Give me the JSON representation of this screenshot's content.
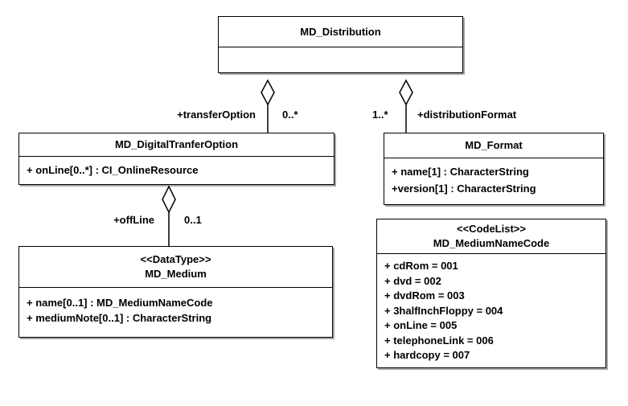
{
  "colors": {
    "line": "#000000",
    "text": "#000000",
    "background": "#ffffff"
  },
  "classes": {
    "distribution": {
      "name": "MD_Distribution"
    },
    "digitalTransferOption": {
      "name": "MD_DigitalTranferOption",
      "attributes": [
        "+ onLine[0..*] : CI_OnlineResource"
      ]
    },
    "format": {
      "name": "MD_Format",
      "attributes": [
        "+ name[1] : CharacterString",
        "+version[1] : CharacterString"
      ]
    },
    "medium": {
      "stereotype": "<<DataType>>",
      "name": "MD_Medium",
      "attributes": [
        "+ name[0..1] : MD_MediumNameCode",
        "+ mediumNote[0..1] : CharacterString"
      ]
    },
    "mediumNameCode": {
      "stereotype": "<<CodeList>>",
      "name": "MD_MediumNameCode",
      "attributes": [
        "+ cdRom = 001",
        "+ dvd = 002",
        "+ dvdRom = 003",
        "+ 3halfInchFloppy = 004",
        "+ onLine = 005",
        "+ telephoneLink = 006",
        "+ hardcopy = 007"
      ]
    }
  },
  "associations": {
    "transferOption": {
      "role": "+transferOption",
      "multiplicity": "0..*"
    },
    "distributionFormat": {
      "role": "+distributionFormat",
      "multiplicity": "1..*"
    },
    "offLine": {
      "role": "+offLine",
      "multiplicity": "0..1"
    }
  }
}
